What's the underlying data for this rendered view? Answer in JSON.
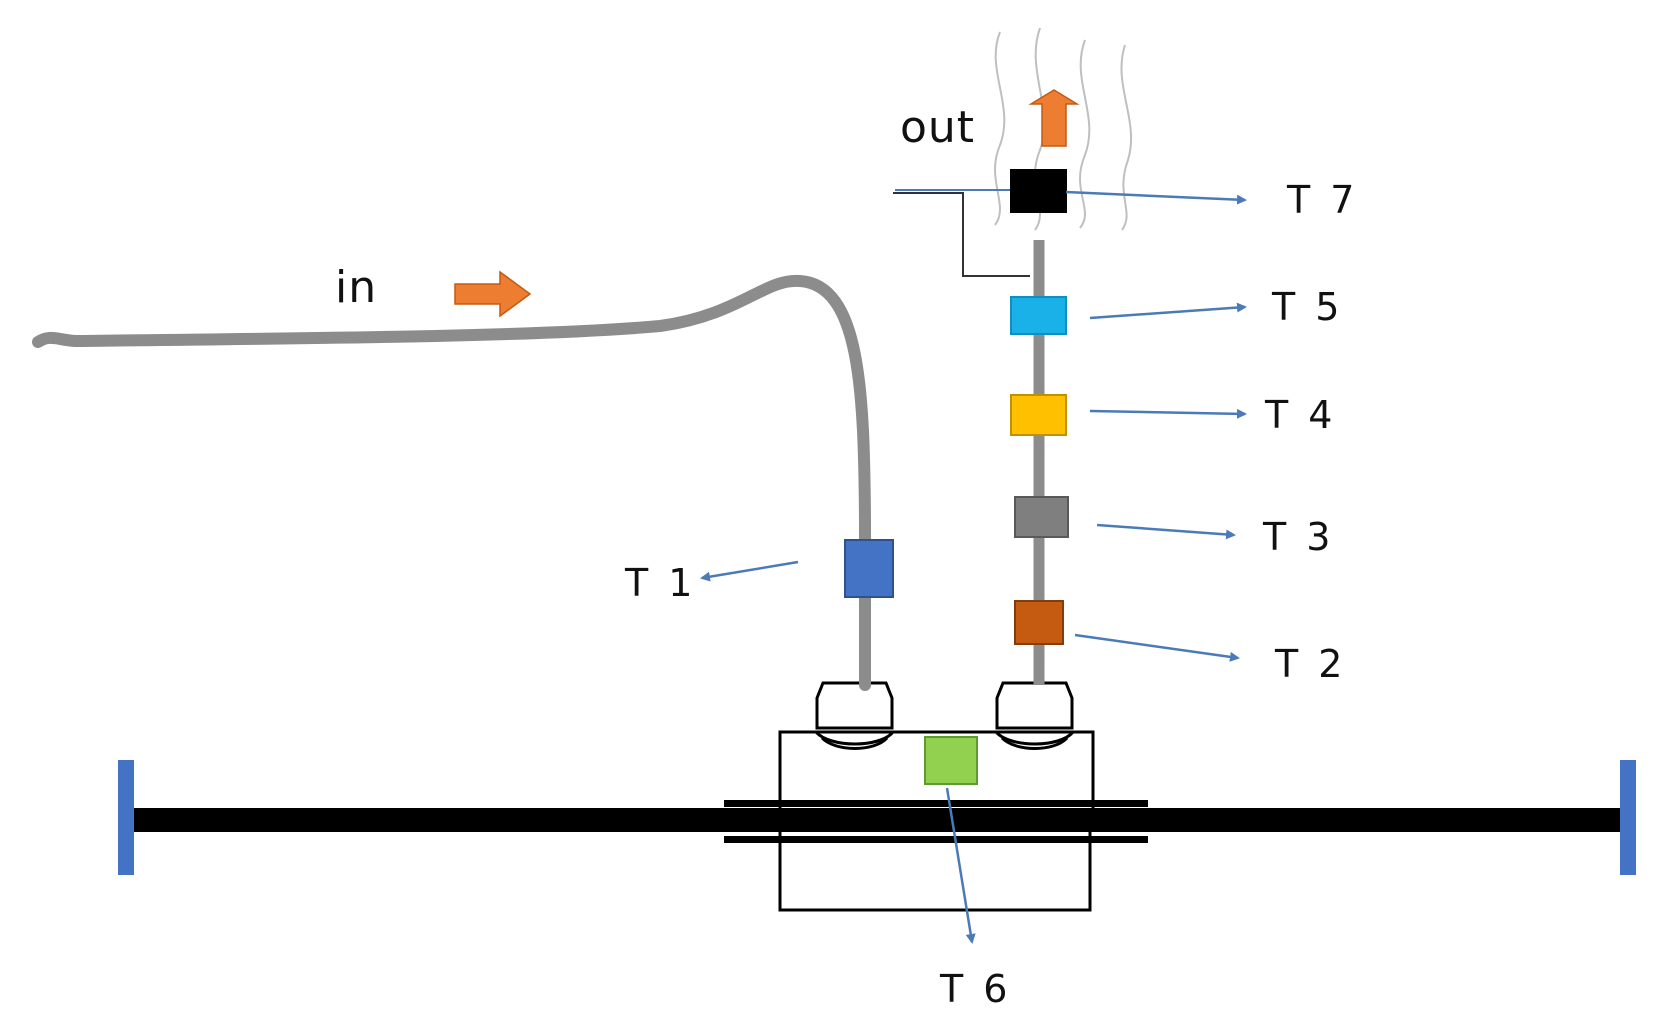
{
  "labels": {
    "in": "in",
    "out": "out"
  },
  "sensors": [
    {
      "id": "T1",
      "label": "T 1",
      "color": "#4472c4"
    },
    {
      "id": "T2",
      "label": "T 2",
      "color": "#c55a11"
    },
    {
      "id": "T3",
      "label": "T 3",
      "color": "#7f7f7f"
    },
    {
      "id": "T4",
      "label": "T 4",
      "color": "#ffc000"
    },
    {
      "id": "T5",
      "label": "T 5",
      "color": "#1ab0e8"
    },
    {
      "id": "T6",
      "label": "T 6",
      "color": "#92d050"
    },
    {
      "id": "T7",
      "label": "T 7",
      "color": "#000000"
    }
  ],
  "colors": {
    "pipe": "#8c8c8c",
    "flow_arrow": "#ed7d31",
    "leader_arrow": "#4a7ab7",
    "shaft": "#000000",
    "end_caps": "#4472c4",
    "heat_waves": "#bfbfbf"
  }
}
